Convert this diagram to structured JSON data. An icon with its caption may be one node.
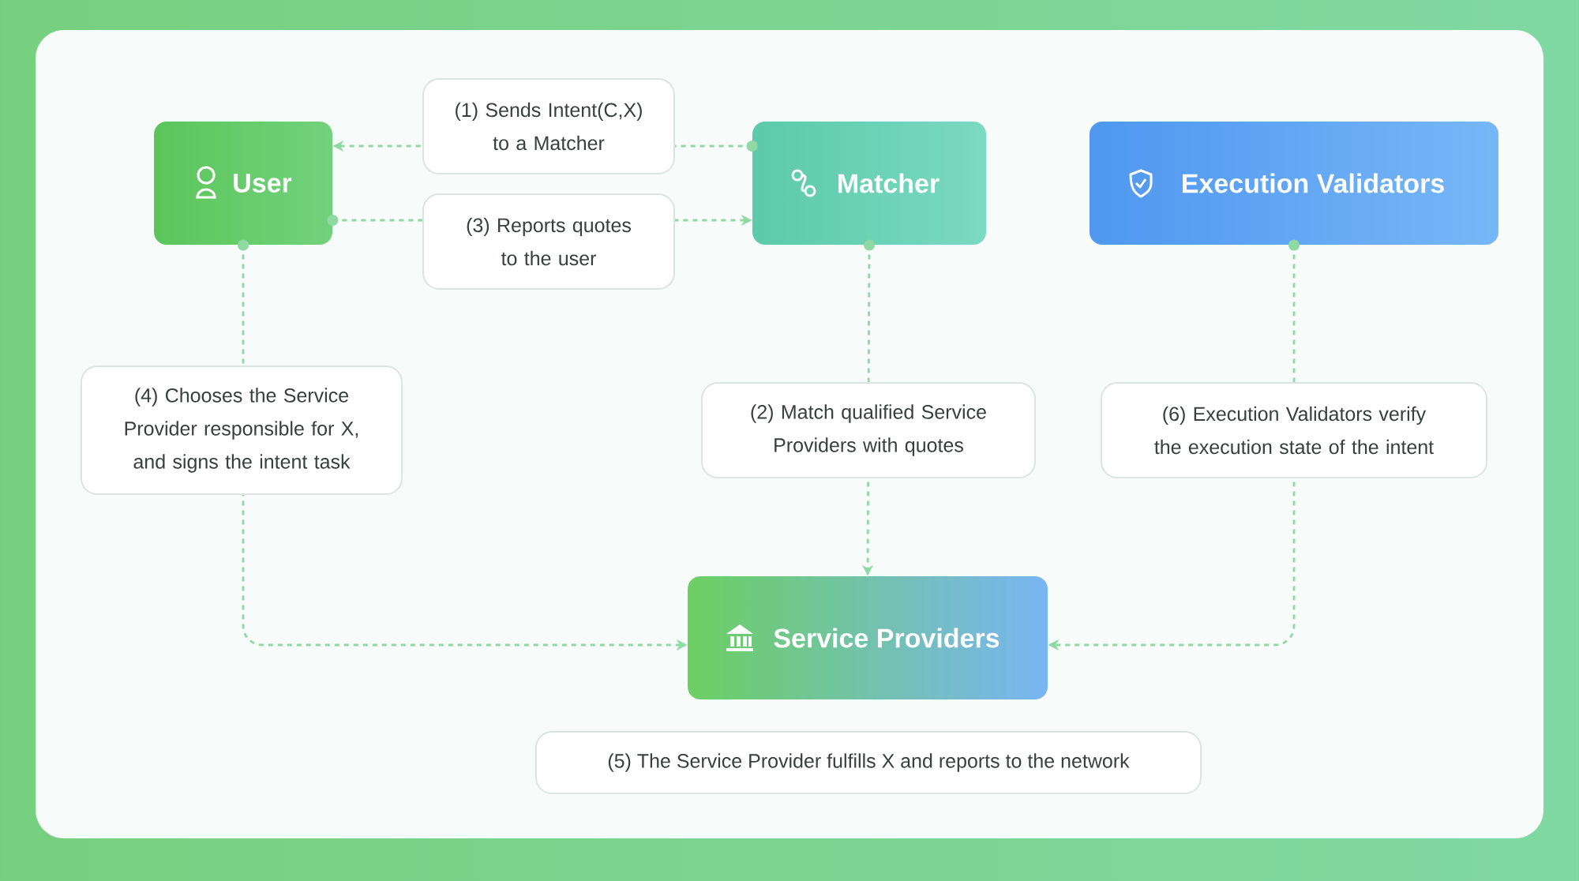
{
  "diagram": {
    "nodes": [
      {
        "text": [
          "User"
        ]
      },
      {
        "text": [
          "Matcher"
        ]
      },
      {
        "text": [
          "Execution Validators"
        ]
      },
      {
        "text": [
          "Service Providers"
        ]
      }
    ],
    "labels": [
      "(5) The Service Provider fulfills X and reports to the network"
    ],
    "edges": [
      {
        "from": 1,
        "to": 0,
        "arrow": "to",
        "label": "(1) Sends Intent(C,X) to a Matcher"
      },
      {
        "from": 1,
        "to": 3,
        "arrow": "to",
        "label": "(2) Match qualified Service Providers with quotes"
      },
      {
        "from": 0,
        "to": 1,
        "arrow": "to",
        "label": "(3) Reports quotes to the user"
      },
      {
        "from": 0,
        "to": 3,
        "arrow": "to",
        "label": "(4) Chooses the Service Provider responsible for X, and signs the intent task"
      },
      {
        "from": 2,
        "to": 3,
        "arrow": "to",
        "label": "(6) Execution Validators verify the execution state of the intent"
      }
    ]
  }
}
